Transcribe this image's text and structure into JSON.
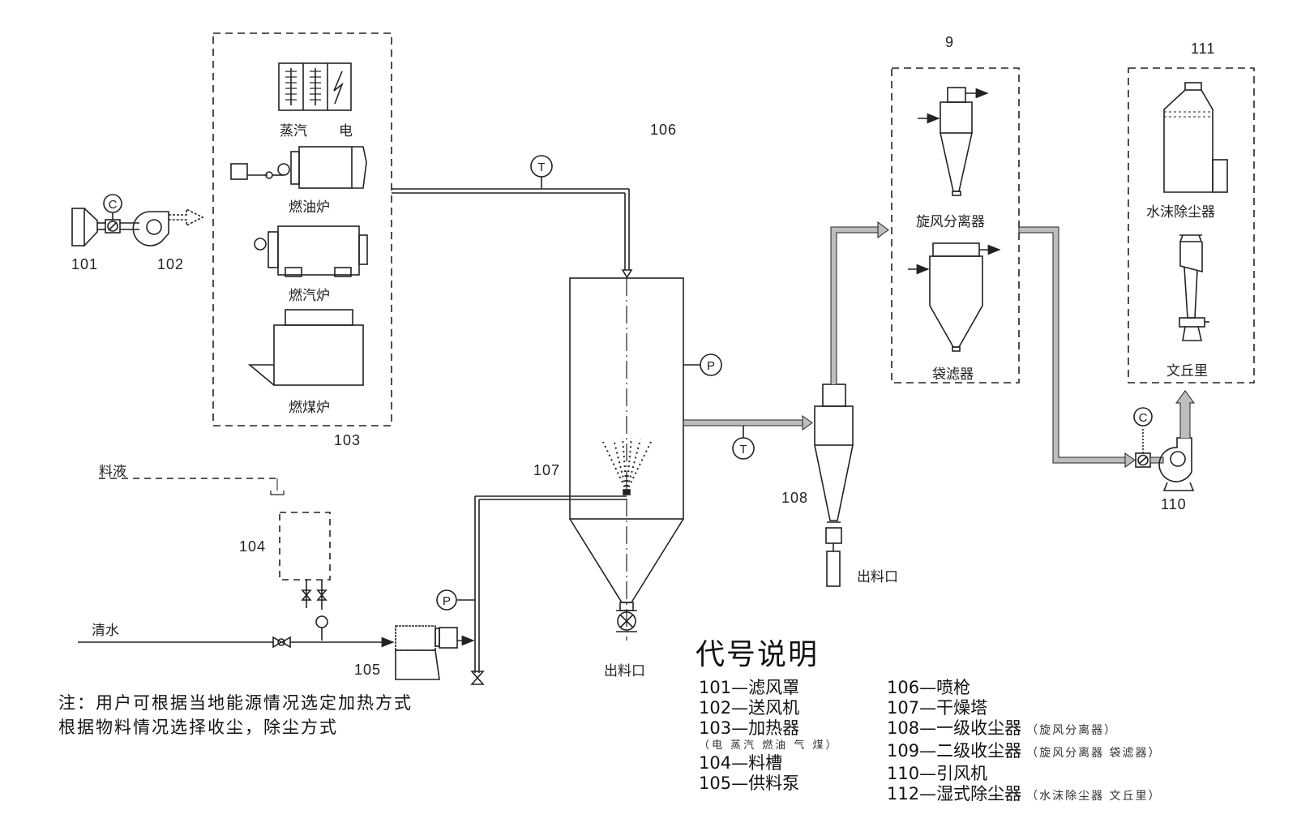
{
  "diagram": {
    "labels": {
      "n101": "101",
      "n102": "102",
      "n103": "103",
      "n104": "104",
      "n105": "105",
      "n106": "106",
      "n107": "107",
      "n108": "108",
      "n9": "9",
      "n110": "110",
      "n111": "111",
      "steam": "蒸汽",
      "electric": "电",
      "oil_furnace": "燃油炉",
      "gas_furnace": "燃汽炉",
      "coal_furnace": "燃煤炉",
      "feed_liquid": "料液",
      "clean_water": "清水",
      "outlet_tower": "出料口",
      "outlet_cyclone": "出料口",
      "cyclone_separator": "旋风分离器",
      "bag_filter": "袋滤器",
      "water_foam_scrubber": "水沫除尘器",
      "venturi": "文丘里"
    },
    "instruments": {
      "control": "C",
      "temperature": "T",
      "pressure": "P"
    },
    "icons": [
      "filter-hood-icon",
      "damper-valve-icon",
      "blower-fan-icon",
      "steam-electric-heater-icon",
      "oil-furnace-icon",
      "gas-furnace-icon",
      "coal-furnace-icon",
      "feed-tank-icon",
      "feed-pump-icon",
      "drying-tower-icon",
      "spray-nozzle-icon",
      "rotary-valve-icon",
      "cyclone-icon",
      "bag-filter-icon",
      "scrubber-icon",
      "venturi-icon",
      "induced-draft-fan-icon"
    ]
  },
  "legend": {
    "title": "代号说明",
    "left": [
      {
        "code": "101",
        "name": "滤风罩"
      },
      {
        "code": "102",
        "name": "送风机"
      },
      {
        "code": "103",
        "name": "加热器"
      },
      {
        "code": "",
        "name": "（电 蒸汽 燃油 气 煤）"
      },
      {
        "code": "104",
        "name": "料槽"
      },
      {
        "code": "105",
        "name": "供料泵"
      }
    ],
    "right": [
      {
        "code": "106",
        "name": "喷枪",
        "note": ""
      },
      {
        "code": "107",
        "name": "干燥塔",
        "note": ""
      },
      {
        "code": "108",
        "name": "一级收尘器",
        "note": "（旋风分离器）"
      },
      {
        "code": "109",
        "name": "二级收尘器",
        "note": "（旋风分离器 袋滤器）"
      },
      {
        "code": "110",
        "name": "引风机",
        "note": ""
      },
      {
        "code": "112",
        "name": "湿式除尘器",
        "note": "（水沫除尘器 文丘里）"
      }
    ],
    "dash": "—"
  },
  "note": {
    "line1": "注：用户可根据当地能源情况选定加热方式",
    "line2": "根据物料情况选择收尘，除尘方式"
  },
  "colors": {
    "line": "#222222",
    "duct_fill": "#bdbdbd"
  }
}
